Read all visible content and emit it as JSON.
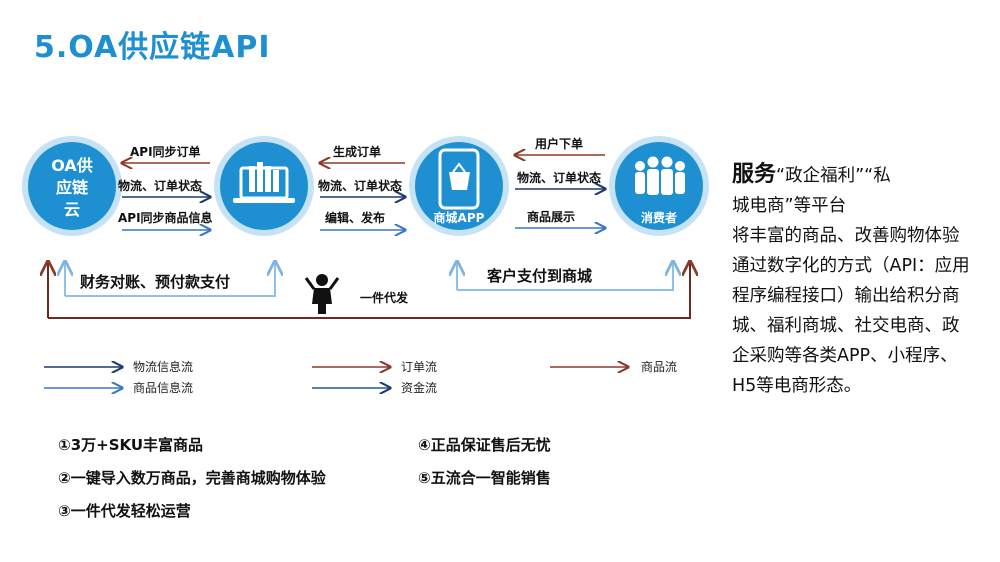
{
  "title": "5.OA供应链API",
  "nodes": {
    "oa_cloud": [
      "OA供",
      "应链",
      "云"
    ],
    "app": "商城APP",
    "consumer": "消费者"
  },
  "flows": {
    "api_sync_order": "API同步订单",
    "logistics_order_status_1": "物流、订单状态",
    "api_sync_product_info": "API同步商品信息",
    "generate_order": "生成订单",
    "logistics_order_status_2": "物流、订单状态",
    "edit_publish": "编辑、发布",
    "user_order": "用户下单",
    "logistics_order_status_3": "物流、订单状态",
    "product_display": "商品展示",
    "finance_reconcile": "财务对账、预付款支付",
    "dropship": "一件代发",
    "customer_pay": "客户支付到商城"
  },
  "legend": {
    "logistics_info": "物流信息流",
    "order_flow": "订单流",
    "product_flow": "商品流",
    "product_info": "商品信息流",
    "fund_flow": "资金流"
  },
  "features": {
    "f1": "①3万+SKU丰富商品",
    "f2": "②一键导入数万商品，完善商城购物体验",
    "f3": "③一件代发轻松运营",
    "f4": "④正品保证售后无忧",
    "f5": "⑤五流合一智能销售"
  },
  "right_panel": {
    "lead": "服务",
    "line1": "“政企福利”“私",
    "line2": "城电商”等平台",
    "body": "将丰富的商品、改善购物体验通过数字化的方式（API：应用程序编程接口）输出给积分商城、福利商城、社交电商、政企采购等各类APP、小程序、H5等电商形态。"
  },
  "colors": {
    "title": "#1e8fd0",
    "node_fill": "#1e90d2",
    "node_ring": "#c6e3f6",
    "order_arrow": "#8a3a2a",
    "logistics_arrow": "#1f3a6e",
    "info_arrow": "#3b78c0",
    "fund_arrow": "#1d5a9a",
    "product_arrow": "#8a3a2a"
  }
}
